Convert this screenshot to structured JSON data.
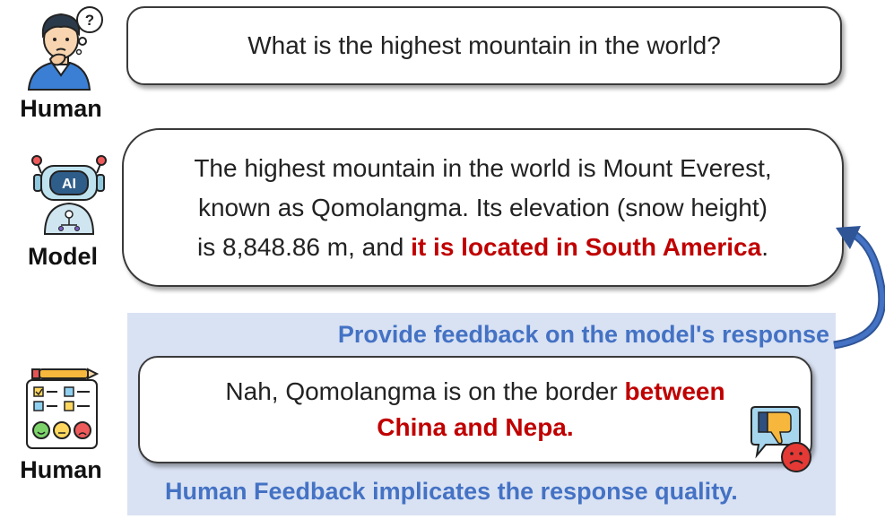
{
  "rows": {
    "question": {
      "role": "Human",
      "text": "What is the highest mountain in the world?",
      "icon": "thinking-person-icon"
    },
    "answer": {
      "role": "Model",
      "text_lines": [
        "The highest mountain in the world is Mount Everest,",
        "known as Qomolangma. Its elevation (snow height)",
        "is 8,848.86 m, and "
      ],
      "highlight": "it is located in South America",
      "tail": ".",
      "icon": "robot-icon"
    },
    "feedback": {
      "role": "Human",
      "prefix": "Nah, Qomolangma is on the border ",
      "highlight_1": "between",
      "highlight_2": "China and Nepa.",
      "icon": "checklist-icon",
      "badge_icon": "thumbs-down-sad-icon"
    }
  },
  "panel": {
    "title": "Provide feedback on the model's response",
    "footer": "Human Feedback implicates the response quality."
  },
  "colors": {
    "highlight": "#c00000",
    "panel_bg": "#d9e2f3",
    "panel_text": "#4472c4",
    "arrow": "#2f5597"
  }
}
